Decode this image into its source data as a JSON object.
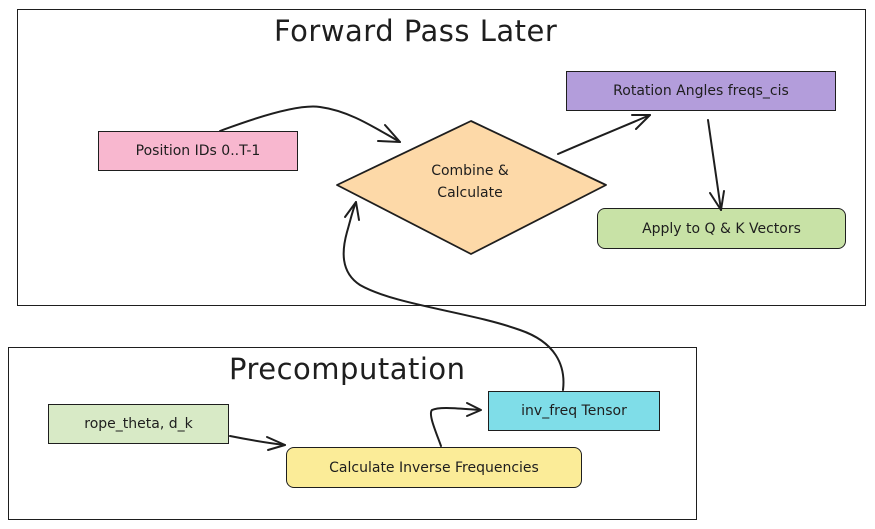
{
  "diagram": {
    "groups": [
      {
        "id": "forward",
        "title": "Forward Pass Later"
      },
      {
        "id": "precompute",
        "title": "Precomputation"
      }
    ],
    "nodes": {
      "position_ids": {
        "label": "Position IDs 0..T-1",
        "shape": "rectangle",
        "color": "#f8b7cf"
      },
      "combine": {
        "label_line1": "Combine &",
        "label_line2": "Calculate",
        "shape": "diamond",
        "color": "#fdd9a8"
      },
      "rotation": {
        "label": "Rotation Angles freqs_cis",
        "shape": "rectangle",
        "color": "#b39ddb"
      },
      "apply": {
        "label": "Apply to Q & K Vectors",
        "shape": "rounded-rectangle",
        "color": "#c8e2a6"
      },
      "rope": {
        "label": "rope_theta, d_k",
        "shape": "rectangle",
        "color": "#d8eac6"
      },
      "calc_inv": {
        "label": "Calculate Inverse Frequencies",
        "shape": "rounded-rectangle",
        "color": "#fbec98"
      },
      "inv_freq": {
        "label": "inv_freq Tensor",
        "shape": "rectangle",
        "color": "#7fdde8"
      }
    },
    "edges": [
      {
        "from": "rope",
        "to": "calc_inv"
      },
      {
        "from": "calc_inv",
        "to": "inv_freq"
      },
      {
        "from": "inv_freq",
        "to": "combine"
      },
      {
        "from": "position_ids",
        "to": "combine"
      },
      {
        "from": "combine",
        "to": "rotation"
      },
      {
        "from": "rotation",
        "to": "apply"
      }
    ]
  }
}
